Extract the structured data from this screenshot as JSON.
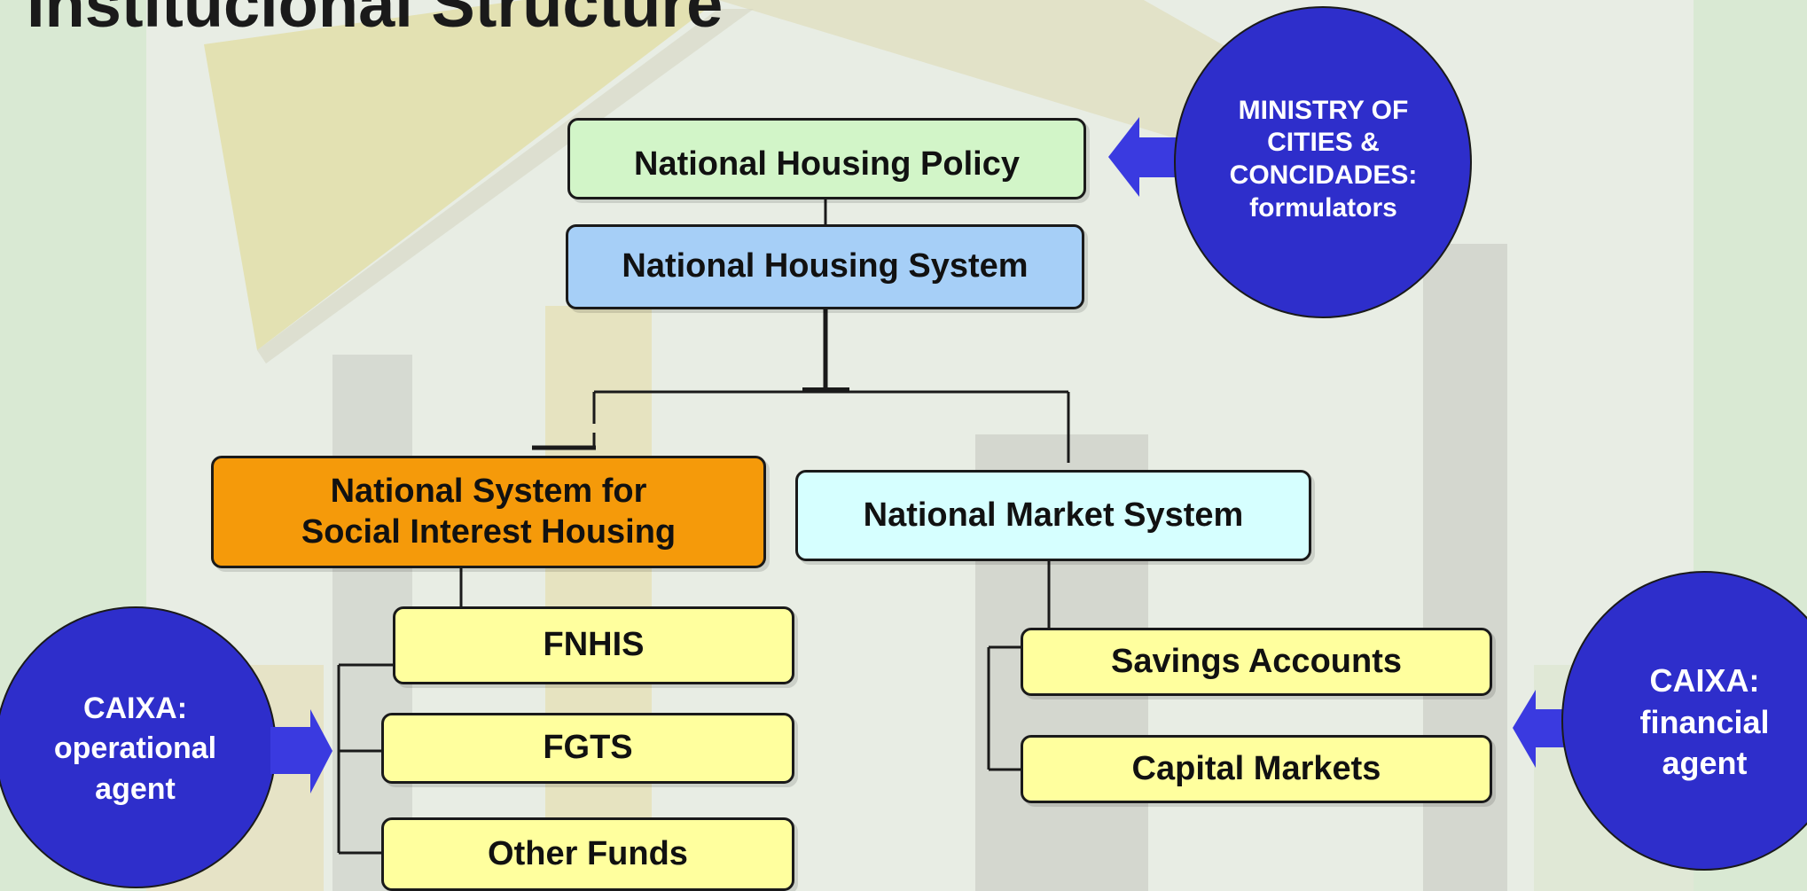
{
  "title": "Institucional Structure",
  "nodes": {
    "policy": "National Housing Policy",
    "system": "National Housing System",
    "social": "National System for\nSocial Interest Housing",
    "market": "National Market System",
    "fnhis": "FNHIS",
    "fgts": "FGTS",
    "other_funds": "Other Funds",
    "savings": "Savings Accounts",
    "capital": "Capital Markets"
  },
  "agents": {
    "ministry": "MINISTRY OF\nCITIES &\nCONCIDADES:\nformulators",
    "operational": "CAIXA:\noperational\nagent",
    "financial": "CAIXA:\nfinancial\nagent"
  },
  "colors": {
    "background": "#d9e9d3",
    "policy_box": "#d2f5c8",
    "system_box": "#a6cff7",
    "social_box": "#f59a0a",
    "market_box": "#d6ffff",
    "fund_box": "#ffff9e",
    "agent_circle": "#2e2ecb",
    "agent_arrow": "#3a3ae0"
  }
}
